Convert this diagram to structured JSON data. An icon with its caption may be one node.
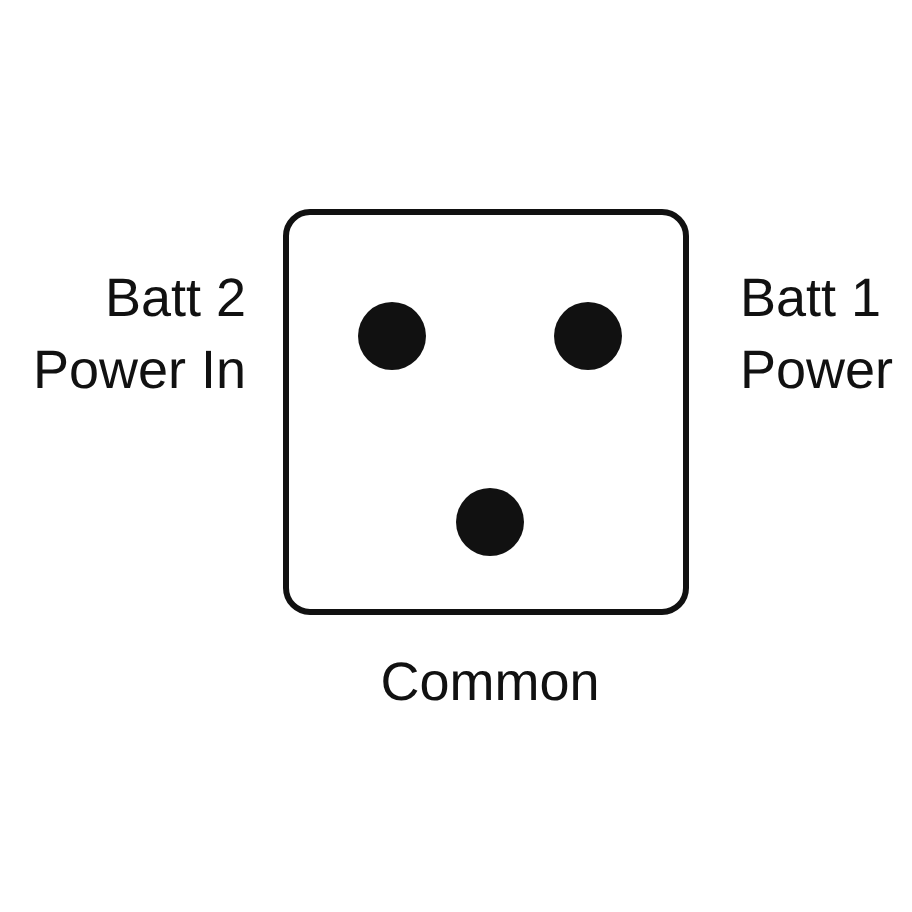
{
  "diagram": {
    "labels": [
      "Batt 2 Power In",
      "Batt 1 Power",
      "Common"
    ]
  }
}
